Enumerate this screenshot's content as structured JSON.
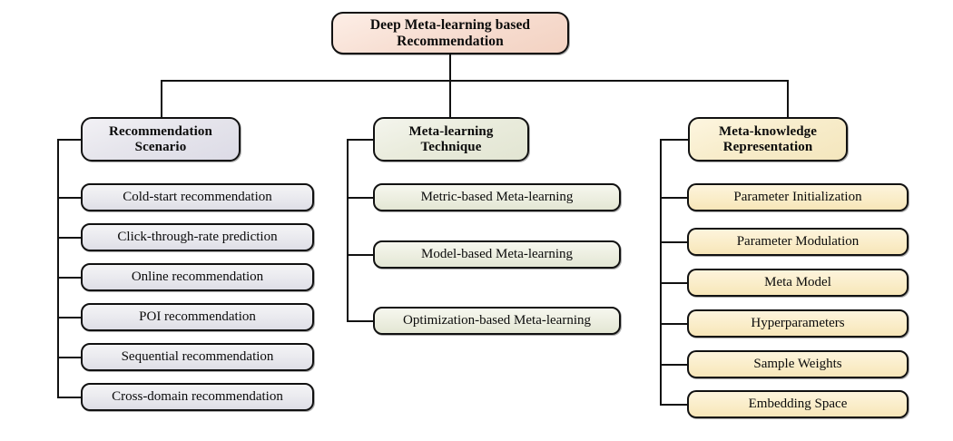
{
  "diagram": {
    "title": "Deep Meta-learning based Recommendation taxonomy",
    "root": {
      "label": "Deep Meta-learning based\nRecommendation",
      "line1": "Deep Meta-learning based",
      "line2": "Recommendation",
      "color": "#f5ddcf"
    },
    "branches": [
      {
        "id": "recommendation-scenario",
        "header_line1": "Recommendation",
        "header_line2": "Scenario",
        "color": "#e4e3ec",
        "items": [
          {
            "label": "Cold-start recommendation"
          },
          {
            "label": "Click-through-rate prediction"
          },
          {
            "label": "Online recommendation"
          },
          {
            "label": "POI recommendation"
          },
          {
            "label": "Sequential recommendation"
          },
          {
            "label": "Cross-domain recommendation"
          }
        ]
      },
      {
        "id": "meta-learning-technique",
        "header_line1": "Meta-learning",
        "header_line2": "Technique",
        "color": "#e8ebda",
        "items": [
          {
            "label": "Metric-based Meta-learning"
          },
          {
            "label": "Model-based Meta-learning"
          },
          {
            "label": "Optimization-based Meta-learning"
          }
        ]
      },
      {
        "id": "meta-knowledge-representation",
        "header_line1": "Meta-knowledge",
        "header_line2": "Representation",
        "color": "#f8ecc8",
        "items": [
          {
            "label": "Parameter Initialization"
          },
          {
            "label": "Parameter Modulation"
          },
          {
            "label": "Meta Model"
          },
          {
            "label": "Hyperparameters"
          },
          {
            "label": "Sample Weights"
          },
          {
            "label": "Embedding Space"
          }
        ]
      }
    ],
    "connector_color": "#121212"
  }
}
